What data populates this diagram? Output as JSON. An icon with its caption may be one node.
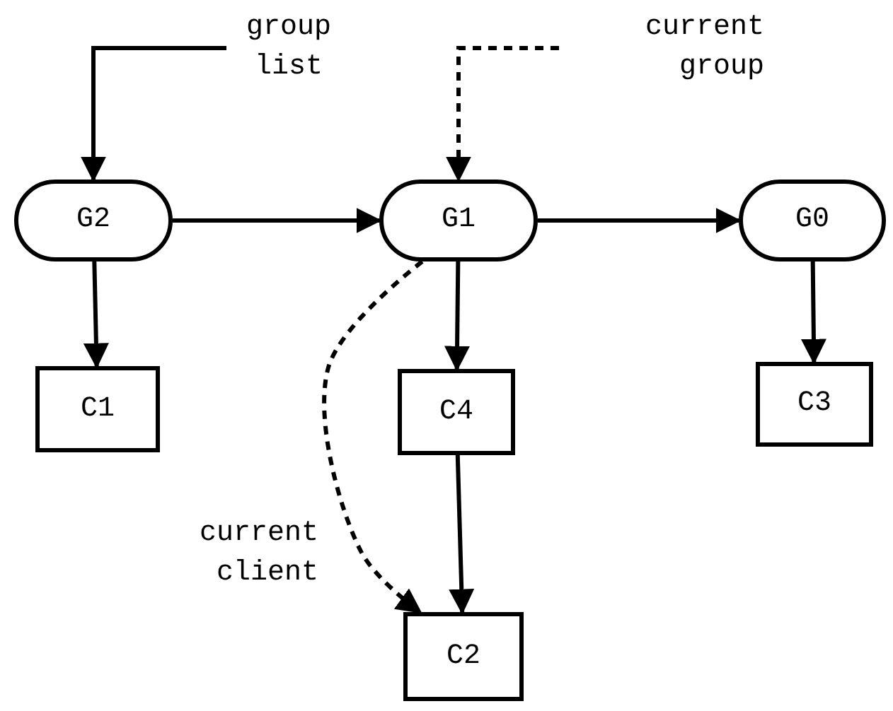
{
  "diagram": {
    "nodes": [
      {
        "text": [
          "group list"
        ]
      },
      {
        "text": [
          "current group"
        ]
      },
      {
        "text": [
          "G2"
        ]
      },
      {
        "text": [
          "G1"
        ]
      },
      {
        "text": [
          "G0"
        ]
      },
      {
        "text": [
          "C1"
        ]
      },
      {
        "text": [
          "C4"
        ]
      },
      {
        "text": [
          "C3"
        ]
      },
      {
        "text": [
          "C2"
        ]
      }
    ],
    "edges": [
      {
        "from": 0,
        "to": 2,
        "arrow": "to"
      },
      {
        "from": 1,
        "to": 3,
        "arrow": "to",
        "style": "dashed"
      },
      {
        "from": 2,
        "to": 3,
        "arrow": "to"
      },
      {
        "from": 3,
        "to": 4,
        "arrow": "to"
      },
      {
        "from": 2,
        "to": 5,
        "arrow": "to"
      },
      {
        "from": 3,
        "to": 6,
        "arrow": "to"
      },
      {
        "from": 4,
        "to": 7,
        "arrow": "to"
      },
      {
        "from": 6,
        "to": 8,
        "arrow": "to"
      },
      {
        "from": 3,
        "to": 8,
        "arrow": "to",
        "style": "dashed"
      }
    ],
    "labels": [
      "current client"
    ]
  }
}
